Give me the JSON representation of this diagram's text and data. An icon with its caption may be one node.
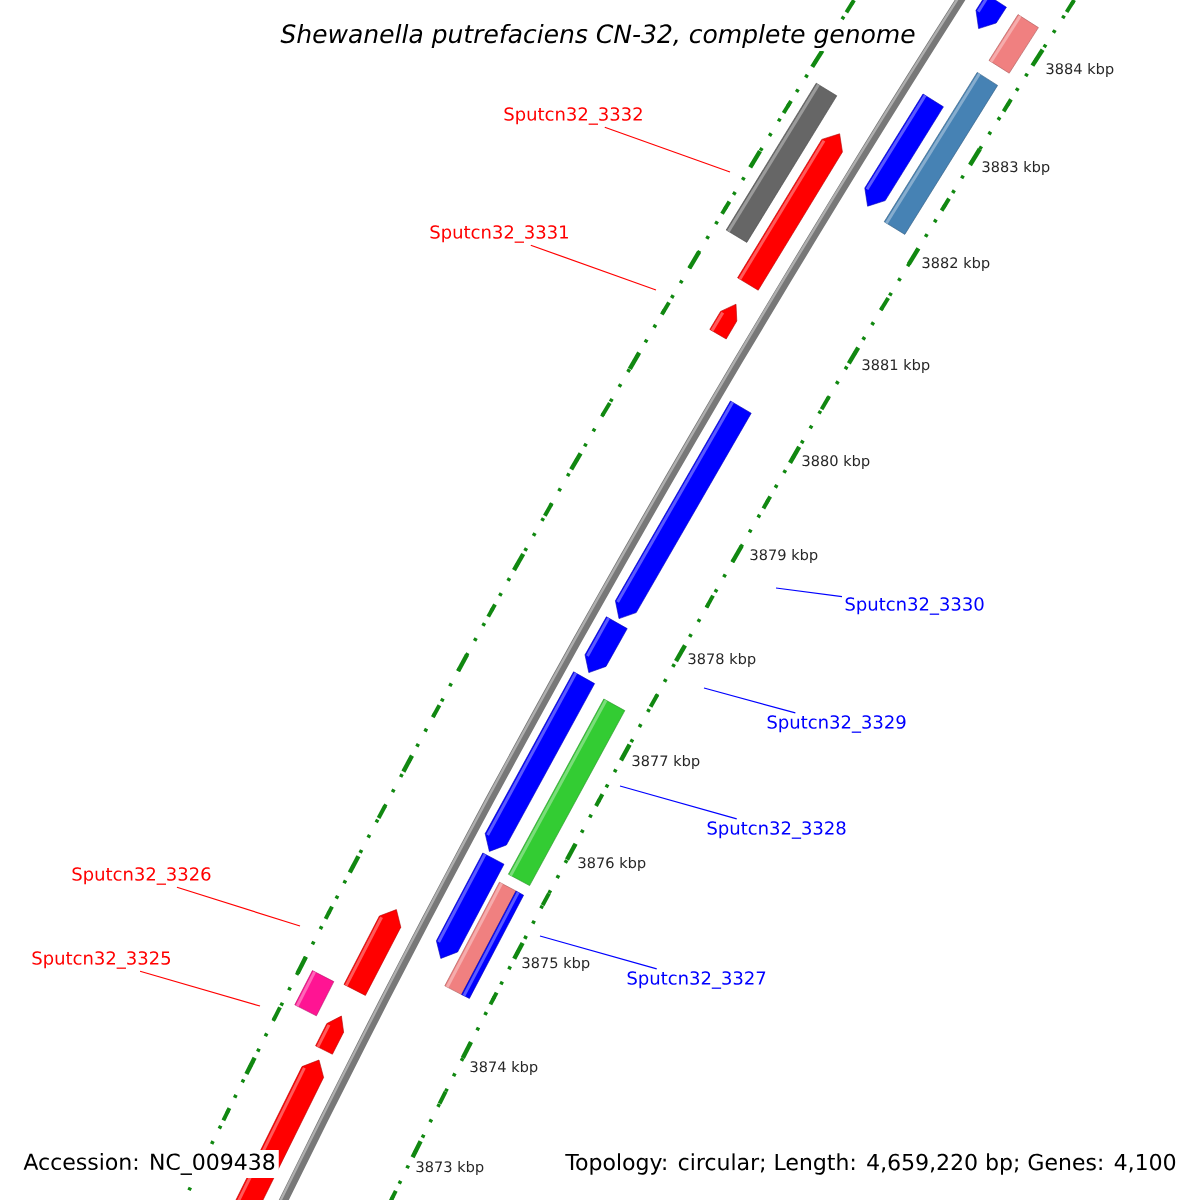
{
  "diagram": {
    "title": "Shewanella putrefaciens CN-32, complete genome",
    "nodes": [
      {
        "text": [
          "Sputcn32_3332"
        ]
      },
      {
        "text": [
          "Sputcn32_3331"
        ]
      },
      {
        "text": [
          "Sputcn32_3330"
        ]
      },
      {
        "text": [
          "Sputcn32_3329"
        ]
      },
      {
        "text": [
          "Sputcn32_3328"
        ]
      },
      {
        "text": [
          "Sputcn32_3327"
        ]
      },
      {
        "text": [
          "Sputcn32_3326"
        ]
      },
      {
        "text": [
          "Sputcn32_3325"
        ]
      }
    ],
    "edges": [
      {
        "from": 0,
        "to": null,
        "arrow": "none",
        "color": "#ff0000"
      },
      {
        "from": 1,
        "to": null,
        "arrow": "none",
        "color": "#ff0000"
      },
      {
        "from": 2,
        "to": null,
        "arrow": "none",
        "color": "#0000ff"
      },
      {
        "from": 3,
        "to": null,
        "arrow": "none",
        "color": "#0000ff"
      },
      {
        "from": 4,
        "to": null,
        "arrow": "none",
        "color": "#0000ff"
      },
      {
        "from": 5,
        "to": null,
        "arrow": "none",
        "color": "#0000ff"
      },
      {
        "from": 6,
        "to": null,
        "arrow": "none",
        "color": "#ff0000"
      },
      {
        "from": 7,
        "to": null,
        "arrow": "none",
        "color": "#ff0000"
      }
    ],
    "labels": [
      "3884 kbp",
      "3883 kbp",
      "3882 kbp",
      "3881 kbp",
      "3880 kbp",
      "3879 kbp",
      "3878 kbp",
      "3877 kbp",
      "3876 kbp",
      "3875 kbp",
      "3874 kbp",
      "3873 kbp",
      "Accession: NC_009438",
      "Topology: circular; Length: 4,659,220 bp; Genes: 4,100"
    ]
  }
}
